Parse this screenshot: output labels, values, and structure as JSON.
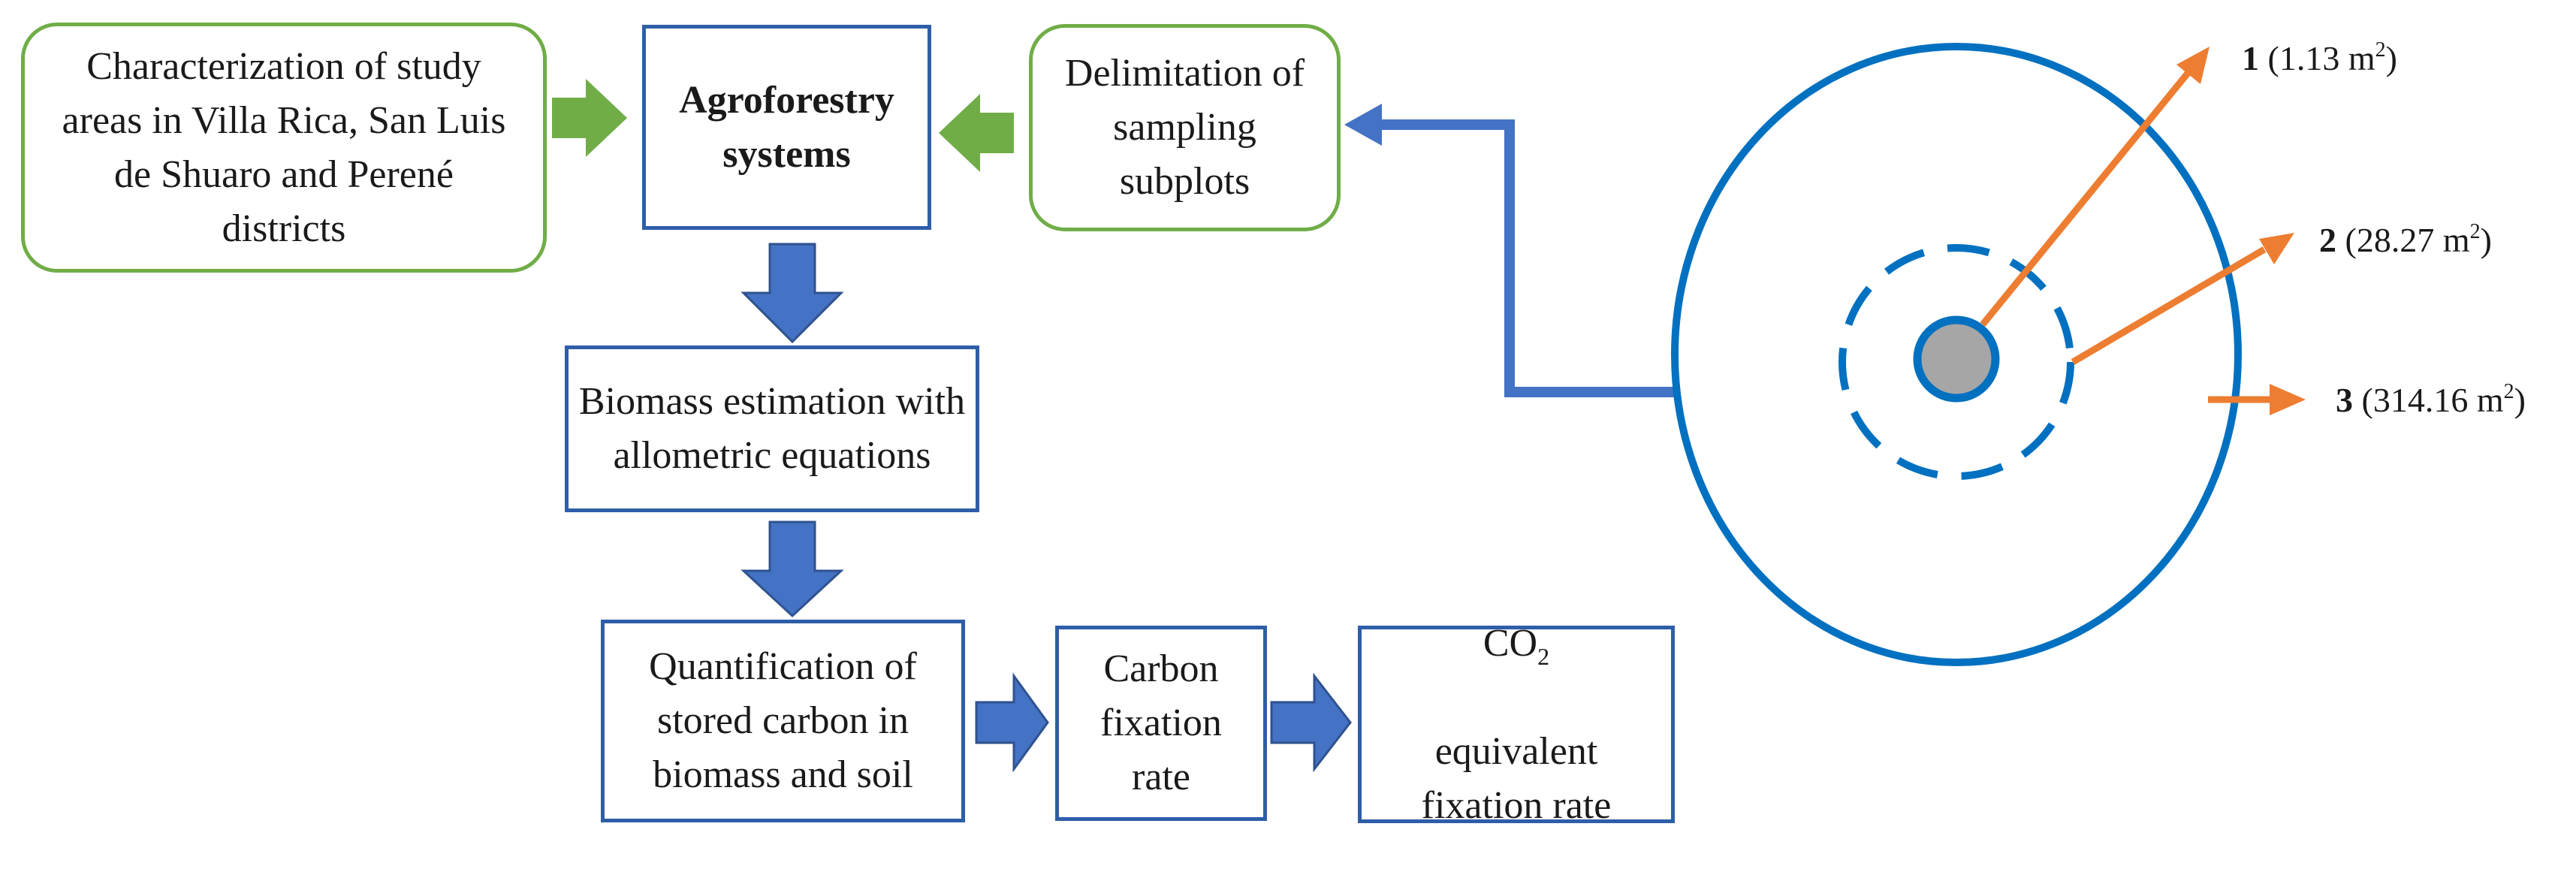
{
  "boxes": {
    "characterization": "Characterization of study areas in Villa Rica, San Luis de Shuaro and Perené districts",
    "agroforestry": "Agroforestry systems",
    "delimitation": "Delimitation of sampling subplots",
    "biomass": "Biomass estimation with allometric equations",
    "quantification": "Quantification of stored carbon in biomass and soil",
    "carbon_fixation": "Carbon fixation rate",
    "co2_prefix": "CO",
    "co2_subscript": "2",
    "co2_rest": "equivalent fixation rate"
  },
  "subplots": [
    {
      "number": "1",
      "area": "(1.13 m",
      "unit_exp": "2",
      "close": ")"
    },
    {
      "number": "2",
      "area": "(28.27 m",
      "unit_exp": "2",
      "close": ")"
    },
    {
      "number": "3",
      "area": "(314.16 m",
      "unit_exp": "2",
      "close": ")"
    }
  ],
  "colors": {
    "green": "#70ad47",
    "blue": "#2e5ea8",
    "arrow_blue": "#4472c4",
    "orange": "#ed7d31",
    "center_fill": "#a6a6a6",
    "circle_blue": "#0070c0"
  }
}
